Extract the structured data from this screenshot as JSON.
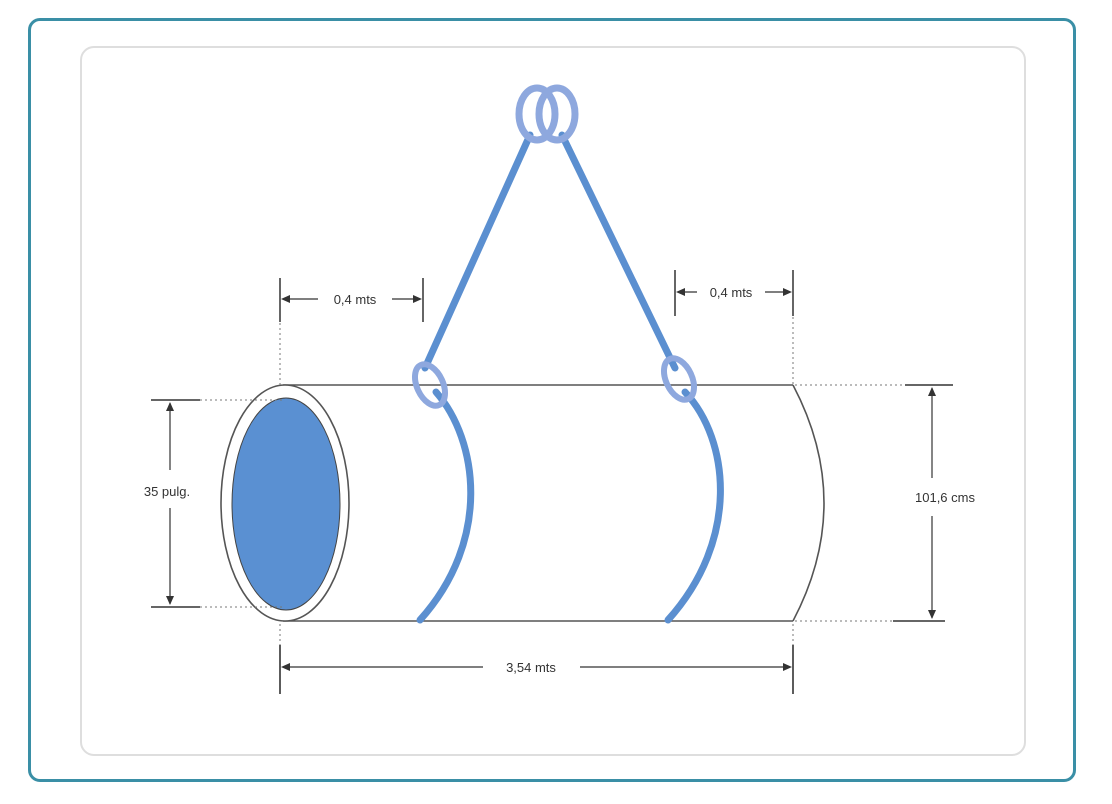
{
  "diagram": {
    "labels": {
      "left_sling_offset": "0,4 mts",
      "right_sling_offset": "0,4 mts",
      "inner_diameter": "35 pulg.",
      "outer_diameter": "101,6 cms",
      "pipe_length": "3,54 mts"
    },
    "colors": {
      "frame": "#3a8fa6",
      "panel_border": "#dedede",
      "sling": "#5b8fd0",
      "shackle": "#8ea8de",
      "pipe_bore": "#5a90d2",
      "pipe_outline": "#555555",
      "dimension": "#333333"
    }
  }
}
